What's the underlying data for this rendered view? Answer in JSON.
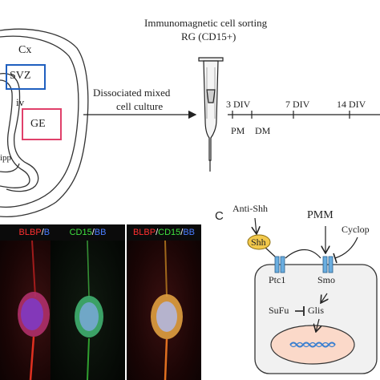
{
  "brain": {
    "cx": "Cx",
    "svz": "SVZ",
    "iv": "iv",
    "ge": "GE",
    "hipp": "ipp"
  },
  "arrow_label": {
    "line1": "Dissociated mixed",
    "line2": "cell culture"
  },
  "sorting": {
    "line1": "Immunomagnetic cell sorting",
    "line2": "RG (CD15+)"
  },
  "timeline": {
    "ticks": [
      "3 DIV",
      "7 DIV",
      "14 DIV"
    ],
    "media": [
      "PM",
      "DM"
    ]
  },
  "panels": {
    "p1": {
      "parts": [
        "BLBP",
        "/",
        "BB"
      ]
    },
    "p2": {
      "parts": [
        "CD15",
        "/",
        "BB"
      ]
    },
    "p3": {
      "parts": [
        "BLBP",
        "/",
        "CD15",
        "/",
        "BB"
      ]
    }
  },
  "panel_c": {
    "letter": "C",
    "anti_shh": "Anti-Shh",
    "shh": "Shh",
    "pmm": "PMM",
    "cyclop": "Cyclop",
    "ptc1": "Ptc1",
    "smo": "Smo",
    "sufu": "SuFu",
    "glis": "Glis"
  },
  "colors": {
    "blue_box": "#1f5fbf",
    "red_box": "#e0406a",
    "shh_fill": "#f2c84b",
    "receptor": "#6aaee0",
    "cell_fill": "#f1f1f1",
    "nucleus_fill": "#fbd9c9",
    "dna": "#3a7fd0"
  }
}
